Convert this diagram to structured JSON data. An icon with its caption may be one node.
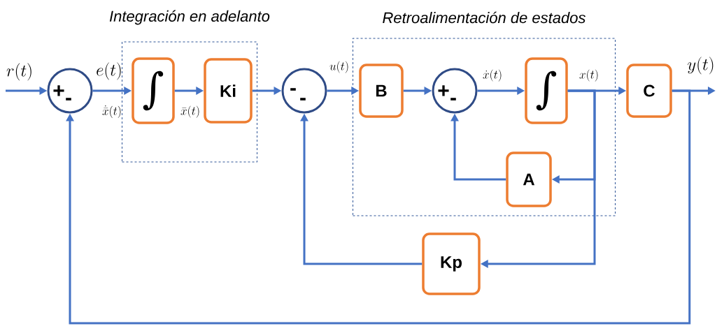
{
  "diagram": {
    "nodes": [
      {
        "text": [
          "Integración en adelanto"
        ]
      },
      {
        "text": [
          "Retroalimentación de estados"
        ]
      },
      {
        "text": [
          "+",
          "-"
        ]
      },
      {
        "text": [
          "∫"
        ],
        "in": 0
      },
      {
        "text": [
          "Ki"
        ],
        "in": 0
      },
      {
        "text": [
          "-",
          "-"
        ]
      },
      {
        "text": [
          "B"
        ],
        "in": 1
      },
      {
        "text": [
          "+",
          "-"
        ],
        "in": 1
      },
      {
        "text": [
          "∫"
        ],
        "in": 1
      },
      {
        "text": [
          "A"
        ],
        "in": 1
      },
      {
        "text": [
          "C"
        ]
      },
      {
        "text": [
          "Kp"
        ]
      }
    ],
    "edges": [
      {
        "from": null,
        "to": 2,
        "arrow": "to"
      },
      {
        "from": 2,
        "to": 3,
        "arrow": "to"
      },
      {
        "from": 3,
        "to": 4,
        "arrow": "to"
      },
      {
        "from": 4,
        "to": 5,
        "arrow": "to"
      },
      {
        "from": 5,
        "to": 6,
        "arrow": "to"
      },
      {
        "from": 6,
        "to": 7,
        "arrow": "to"
      },
      {
        "from": 7,
        "to": 8,
        "arrow": "to"
      },
      {
        "from": 8,
        "to": 10,
        "arrow": "to"
      },
      {
        "from": 8,
        "to": 9,
        "arrow": "to"
      },
      {
        "from": 9,
        "to": 7,
        "arrow": "to"
      },
      {
        "from": 8,
        "to": 11,
        "arrow": "to"
      },
      {
        "from": 11,
        "to": 5,
        "arrow": "to"
      },
      {
        "from": 10,
        "to": null,
        "arrow": "to"
      },
      {
        "from": 10,
        "to": 2,
        "arrow": "to"
      }
    ],
    "labels": [
      "r(t)",
      "e(t)",
      "\\dot{\\bar{x}}(t)",
      "\\bar{x}(t)",
      "u(t)",
      "\\dot{x}(t)",
      "x(t)",
      "y(t)"
    ]
  }
}
